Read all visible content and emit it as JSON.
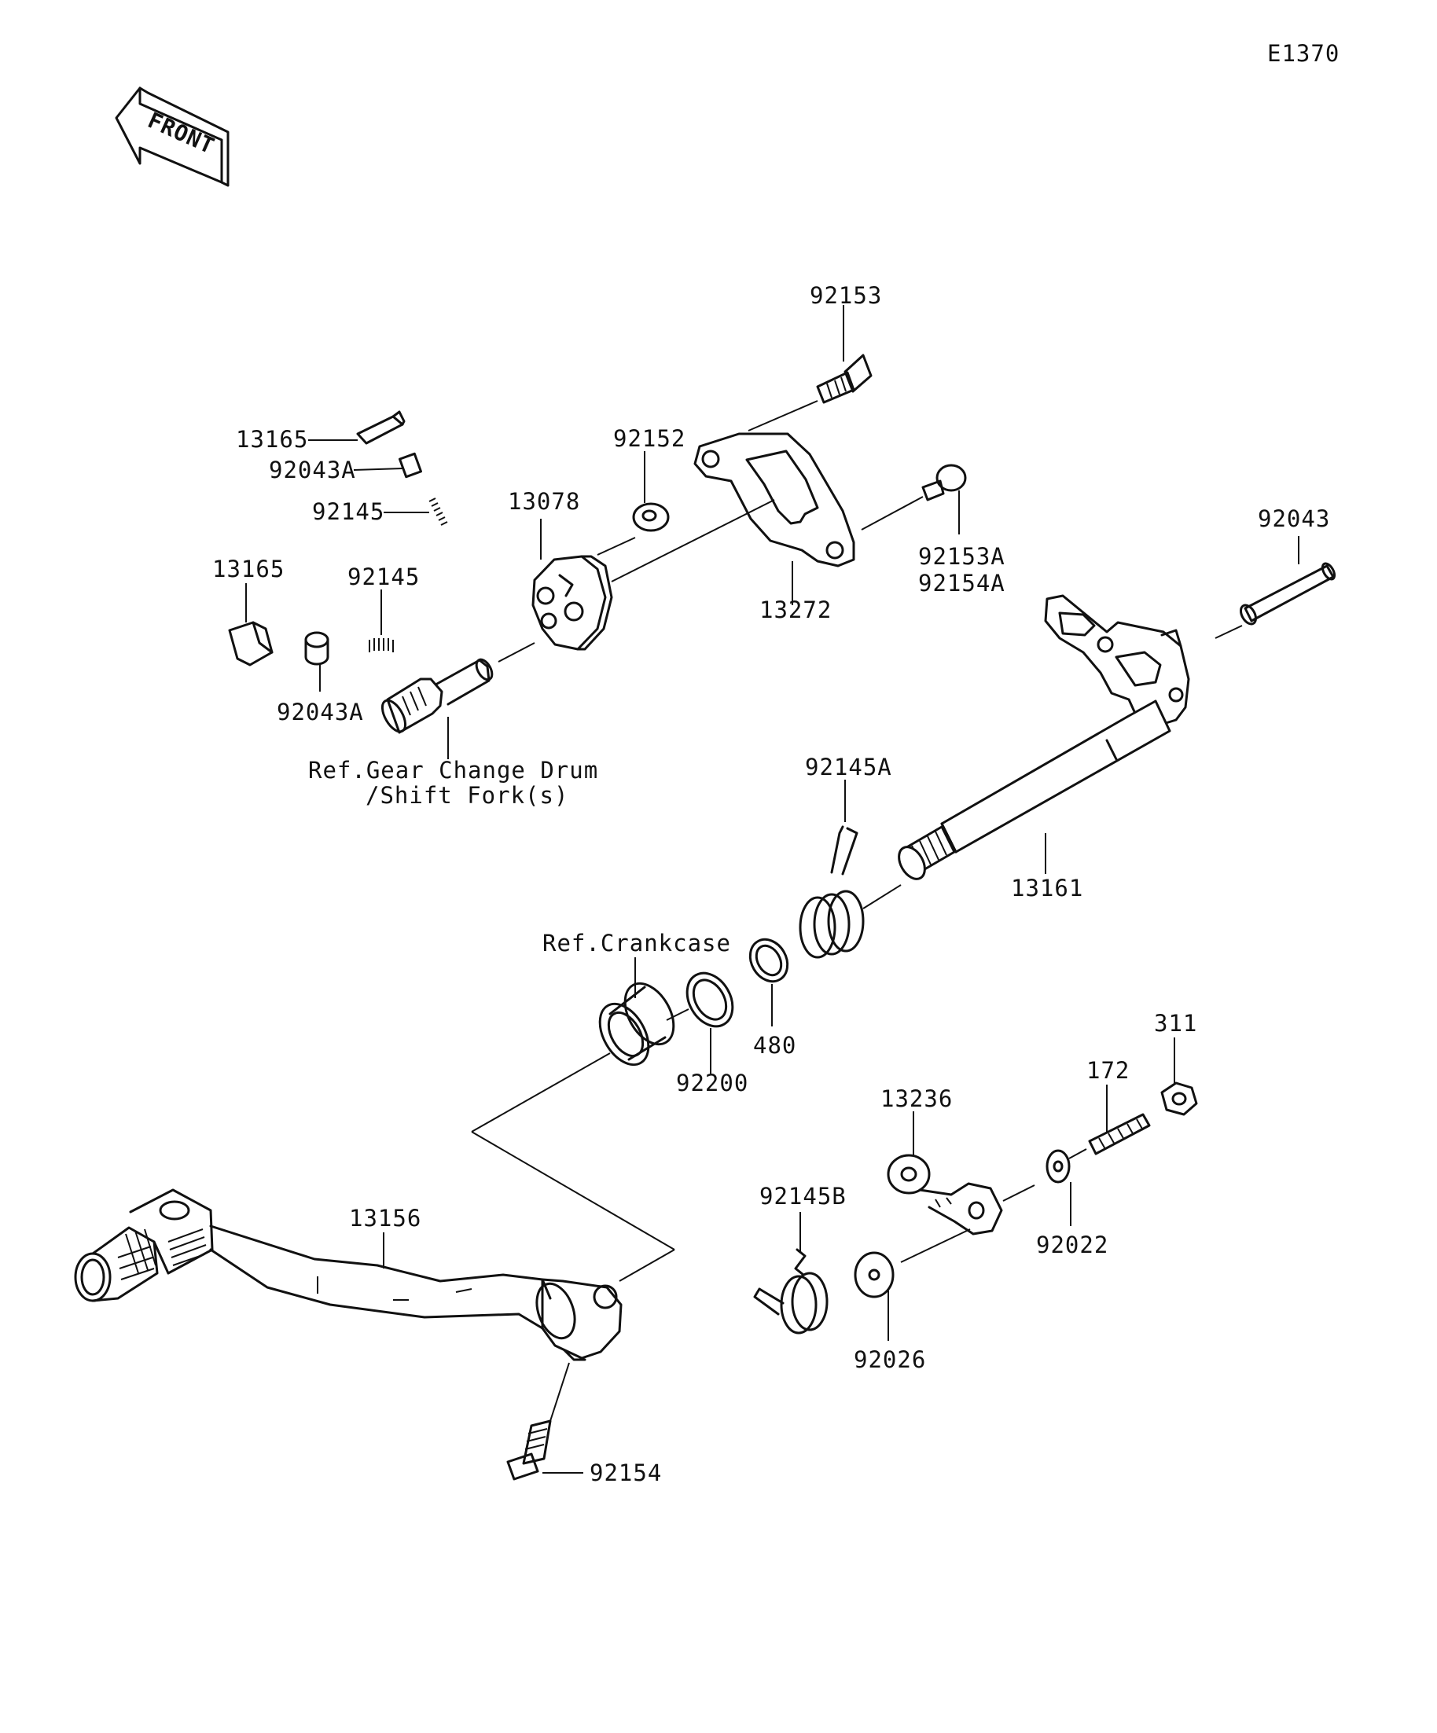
{
  "diagram_code": "E1370",
  "front_arrow_label": "FRONT",
  "labels": {
    "p92153": "92153",
    "p13165_top": "13165",
    "p92043A_top": "92043A",
    "p92145_top": "92145",
    "p92152": "92152",
    "p13078": "13078",
    "p13165_left": "13165",
    "p92145_mid": "92145",
    "p92043A_mid": "92043A",
    "ref_gear_1": "Ref.Gear Change Drum",
    "ref_gear_2": "/Shift Fork(s)",
    "p13272": "13272",
    "p92153A": "92153A",
    "p92154A": "92154A",
    "p92043": "92043",
    "p92145A": "92145A",
    "p13161": "13161",
    "ref_crankcase": "Ref.Crankcase",
    "p480": "480",
    "p92200": "92200",
    "p311": "311",
    "p172": "172",
    "p13236": "13236",
    "p92022": "92022",
    "p92145B": "92145B",
    "p92026": "92026",
    "p13156": "13156",
    "p92154": "92154"
  }
}
